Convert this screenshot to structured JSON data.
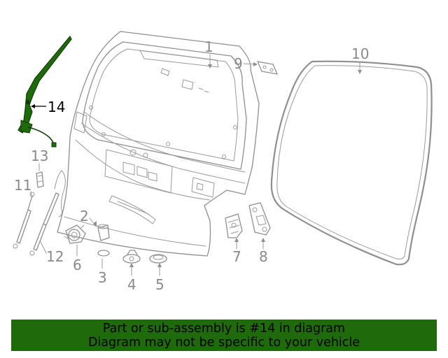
{
  "diagram": {
    "callouts": {
      "c1": "1",
      "c2": "2",
      "c3": "3",
      "c4": "4",
      "c5": "5",
      "c6": "6",
      "c7": "7",
      "c8": "8",
      "c9": "9",
      "c10": "10",
      "c11": "11",
      "c12": "12",
      "c13": "13",
      "c14": "14"
    },
    "highlight_color": "#1f6b0c"
  },
  "banner": {
    "line1": "Part or sub-assembly is #14 in diagram",
    "line2": "Diagram may not be specific to your vehicle",
    "background": "#1f6b0c"
  }
}
